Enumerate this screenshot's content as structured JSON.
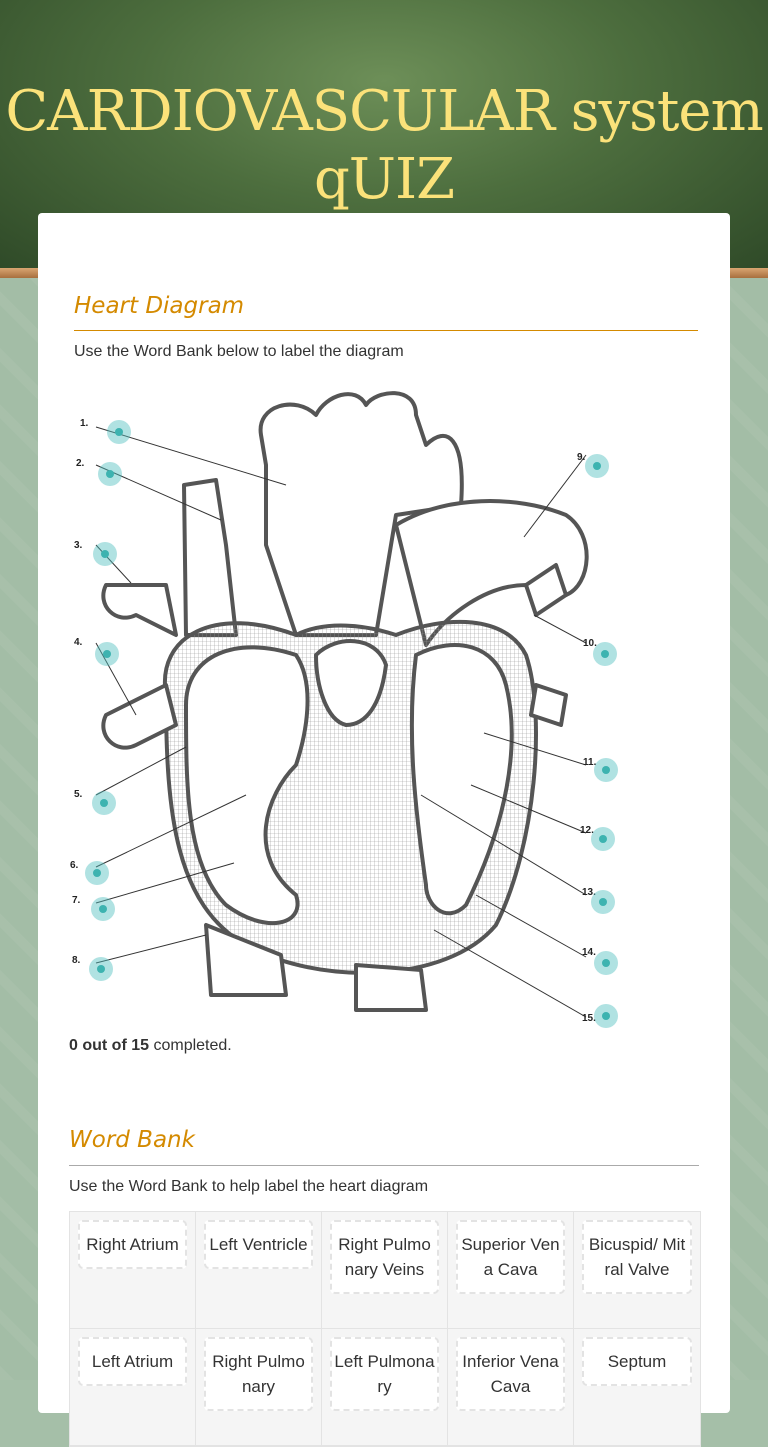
{
  "header": {
    "title": "CARDIOVASCULAR system qUIZ"
  },
  "heart_section": {
    "heading": "Heart Diagram",
    "instructions": "Use the Word Bank below to label the diagram",
    "labels": [
      "1.",
      "2.",
      "3.",
      "4.",
      "5.",
      "6.",
      "7.",
      "8.",
      "9.",
      "10.",
      "11.",
      "12.",
      "13.",
      "14.",
      "15."
    ],
    "progress": {
      "count": "0 out of 15",
      "suffix": " completed."
    }
  },
  "word_bank": {
    "heading": "Word Bank",
    "instructions": "Use the Word Bank to help label the heart diagram",
    "words": [
      "Right Atrium",
      "Left Ventricle",
      "Right Pulmonary Veins",
      "Superior Vena Cava",
      "Bicuspid/ Mitral Valve",
      "Left Atrium",
      "Right Pulmonary",
      "Left Pulmonary",
      "Inferior Vena Cava",
      "Septum"
    ]
  },
  "colors": {
    "accent": "#d48a00",
    "title": "#fbe27a",
    "hotspot": "#3db3b0"
  }
}
